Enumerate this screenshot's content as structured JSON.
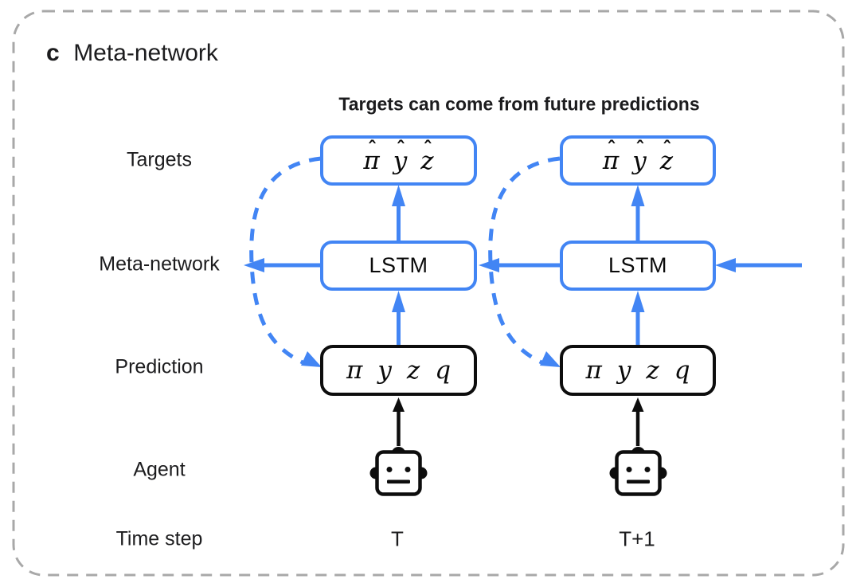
{
  "panel": {
    "label": "c",
    "title": "Meta-network"
  },
  "subtitle": "Targets can come from future predictions",
  "rows": {
    "targets": "Targets",
    "meta_network": "Meta-network",
    "prediction": "Prediction",
    "agent": "Agent",
    "time_step": "Time step"
  },
  "glyphs": {
    "hat": "ˆ"
  },
  "colors": {
    "blue": "#4285F4",
    "ink": "#0d0d0d",
    "frame_gray": "#a8a8a8",
    "text": "#1c1c1e"
  },
  "columns": [
    {
      "time_step": "T",
      "targets_symbols": [
        "π",
        "y",
        "z"
      ],
      "lstm_label": "LSTM",
      "prediction_symbols": [
        "π",
        "y",
        "z",
        "q"
      ]
    },
    {
      "time_step": "T+1",
      "targets_symbols": [
        "π",
        "y",
        "z"
      ],
      "lstm_label": "LSTM",
      "prediction_symbols": [
        "π",
        "y",
        "z",
        "q"
      ]
    }
  ]
}
